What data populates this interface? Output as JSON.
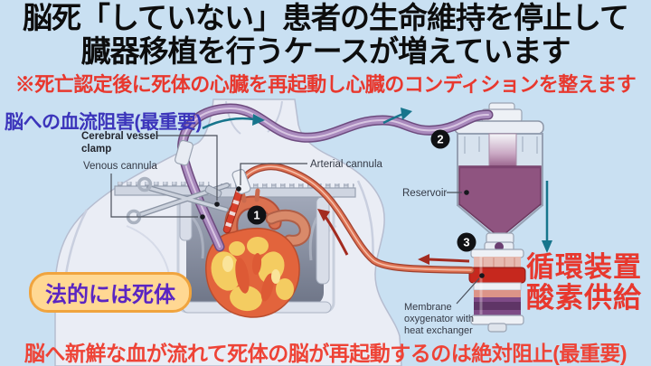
{
  "title": {
    "line1": "脳死「していない」患者の生命維持を停止して",
    "line2": "臓器移植を行うケースが増えています"
  },
  "subtitle": "※死亡認定後に死体の心臓を再起動し心臓のコンディションを整えます",
  "callouts": {
    "brain_blood_flow": "脳への血流阻害(最重要)",
    "legally_dead": "法的には死体",
    "circulation_device_line1": "循環装置",
    "circulation_device_line2": "酸素供給",
    "bottom_warning": "脳へ新鮮な血が流れて死体の脳が再起動するのは絶対阻止(最重要)"
  },
  "diagram": {
    "labels": {
      "cerebral_clamp_line1": "Cerebral vessel",
      "cerebral_clamp_line2": "clamp",
      "venous_cannula": "Venous cannula",
      "arterial_cannula": "Arterial cannula",
      "reservoir": "Reservoir",
      "oxygenator_line1": "Membrane",
      "oxygenator_line2": "oxygenator with",
      "oxygenator_line3": "heat exchanger"
    },
    "step_markers": [
      "1",
      "2",
      "3"
    ]
  },
  "colors": {
    "background": "#c9e0f2",
    "title_text": "#0d0d0d",
    "warning_red": "#e8382e",
    "callout_blue": "#3c35bb",
    "pill_background": "#ffd893",
    "pill_border": "#f0a43e",
    "pill_text": "#5a25c2",
    "venous_tube": "#a887bd",
    "arterial_tube": "#dd6f52",
    "blood_reservoir": "#8f5480",
    "flow_arrow_teal": "#17758c",
    "flow_arrow_red": "#a32b20"
  }
}
